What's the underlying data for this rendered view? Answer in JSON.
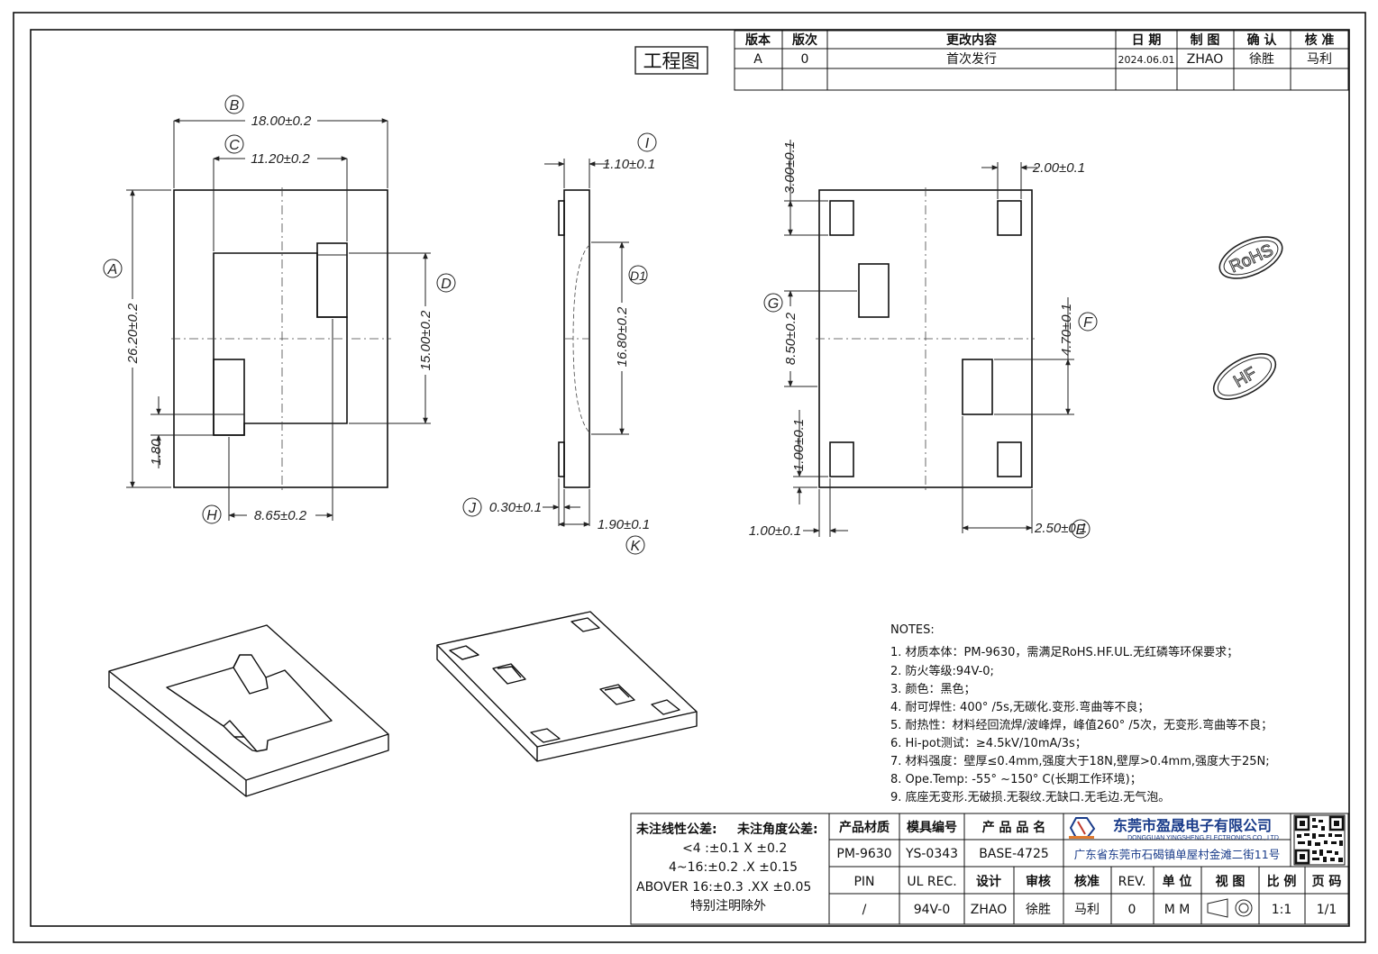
{
  "title_badge": "工程图",
  "revision_table": {
    "headers": [
      "版本",
      "版次",
      "更改内容",
      "日 期",
      "制 图",
      "确 认",
      "核 准"
    ],
    "row": [
      "A",
      "0",
      "首次发行",
      "2024.06.01",
      "ZHAO",
      "徐胜",
      "马利"
    ]
  },
  "front_view": {
    "labels": {
      "A": "A",
      "B": "B",
      "C": "C",
      "D": "D",
      "H": "H"
    },
    "dims": {
      "A": "26.20±0.2",
      "B": "18.00±0.2",
      "C": "11.20±0.2",
      "D": "15.00±0.2",
      "H": "8.65±0.2",
      "slot": "1.80"
    }
  },
  "side_view": {
    "labels": {
      "I": "I",
      "D1": "D1",
      "J": "J",
      "K": "K"
    },
    "dims": {
      "I": "1.10±0.1",
      "D1": "16.80±0.2",
      "J": "0.30±0.1",
      "K": "1.90±0.1"
    }
  },
  "bottom_view": {
    "labels": {
      "G": "G",
      "F": "F",
      "E": "E"
    },
    "dims": {
      "top": "3.00±0.1",
      "right_top": "2.00±0.1",
      "G": "8.50±0.2",
      "F": "4.70±0.1",
      "bottom": "1.00±0.1",
      "left_bottom": "1.00±0.1",
      "E": "2.50±0.1"
    }
  },
  "stamps": [
    "RoHS",
    "HF"
  ],
  "notes": {
    "heading": "NOTES:",
    "items": [
      "1. 材质本体：PM-9630，需满足RoHS.HF.UL.无红磷等环保要求；",
      "2. 防火等级:94V-0;",
      "3. 颜色：黑色；",
      "4. 耐可焊性: 400° /5s,无碳化.变形.弯曲等不良；",
      "5. 耐热性：材料经回流焊/波峰焊，峰值260° /5次，无变形.弯曲等不良；",
      "6. Hi-pot测试：≥4.5kV/10mA/3s；",
      "7. 材料强度：壁厚≤0.4mm,强度大于18N,壁厚>0.4mm,强度大于25N;",
      "8. Ope.Temp: -55° ~150° C(长期工作环境)；",
      "9. 底座无变形.无破损.无裂纹.无缺口.无毛边.无气泡。"
    ]
  },
  "tolerance": {
    "line_title": "未注线性公差:",
    "angle_title": "未注角度公差:",
    "rows": [
      "<4 :±0.1  X ±0.2",
      "4~16:±0.2  .X ±0.15",
      "ABOVER 16:±0.3  .XX ±0.05"
    ],
    "footer": "特别注明除外"
  },
  "title_block": {
    "headers": [
      "产品材质",
      "模具编号",
      "产 品 品 名"
    ],
    "values": [
      "PM-9630",
      "YS-0343",
      "BASE-4725"
    ],
    "company_name": "东莞市盈晟电子有限公司",
    "company_en": "DONGGUAN YINGSHENG ELECTRONICS CO., LTD",
    "address": "广东省东莞市石碣镇单屋村金滩二街11号",
    "bottom_headers": [
      "PIN",
      "UL REC.",
      "设计",
      "审核",
      "核准",
      "REV.",
      "单 位",
      "视 图",
      "比 例",
      "页 码"
    ],
    "bottom_values": [
      "/",
      "94V-0",
      "ZHAO",
      "徐胜",
      "马利",
      "0",
      "M M",
      "",
      "1:1",
      "1/1"
    ]
  }
}
